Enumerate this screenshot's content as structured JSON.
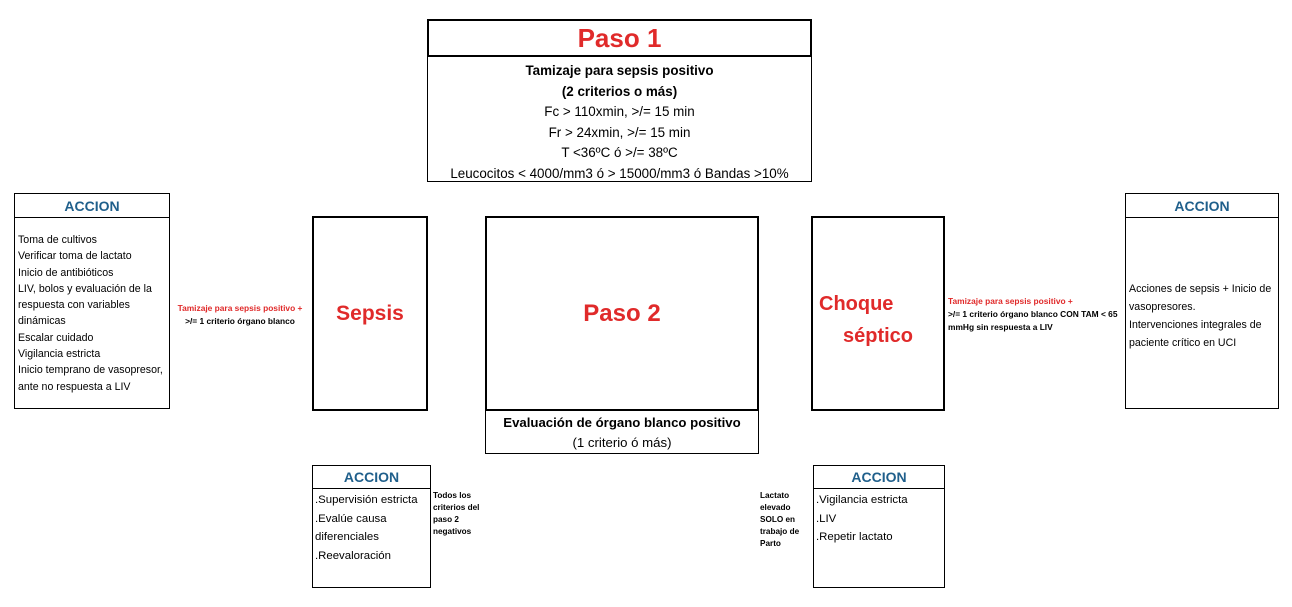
{
  "paso1": {
    "title": "Paso 1",
    "heading": "Tamizaje para sepsis positivo",
    "subheading": "(2 criterios o más)",
    "criteria": [
      "Fc > 110xmin, >/= 15 min",
      "Fr > 24xmin, >/= 15 min",
      "T <36ºC ó >/= 38ºC",
      "Leucocitos < 4000/mm3 ó > 15000/mm3 ó Bandas >10%"
    ]
  },
  "left_accion": {
    "title": "ACCION",
    "items": [
      "Toma de cultivos",
      "Verificar toma de lactato",
      "Inicio de antibióticos",
      "LIV, bolos y evaluación de la respuesta con variables dinámicas",
      "Escalar cuidado",
      "Vigilancia estricta",
      "Inicio temprano de vasopresor, ante no respuesta a LIV"
    ]
  },
  "trigger_left": {
    "line1": "Tamizaje para sepsis positivo +",
    "line2": ">/= 1 criterio órgano blanco"
  },
  "sepsis": {
    "label": "Sepsis"
  },
  "paso2": {
    "title": "Paso 2",
    "eval_line1": "Evaluación de órgano blanco positivo",
    "eval_line2": "(1 criterio ó más)"
  },
  "choque": {
    "line1": "Choque",
    "line2": "séptico"
  },
  "trigger_right": {
    "line1": "Tamizaje para sepsis positivo +",
    "line2": ">/= 1 criterio órgano blanco CON TAM < 65 mmHg sin respuesta a LIV"
  },
  "right_accion": {
    "title": "ACCION",
    "items": [
      "Acciones de sepsis + Inicio de vasopresores.",
      "Intervenciones integrales de paciente crítico en  UCI"
    ]
  },
  "bottom_left_accion": {
    "title": "ACCION",
    "items": [
      ".Supervisión estricta",
      ".Evalúe causa diferenciales",
      ".Reevaloración"
    ],
    "note": "Todos los criterios del paso 2 negativos"
  },
  "bottom_right_accion": {
    "title": "ACCION",
    "items": [
      ".Vigilancia estricta",
      ".LIV",
      ".Repetir lactato"
    ],
    "note": "Lactato elevado SOLO en trabajo de Parto"
  },
  "colors": {
    "red": "#e02a2a",
    "blue": "#1f5f8b"
  }
}
